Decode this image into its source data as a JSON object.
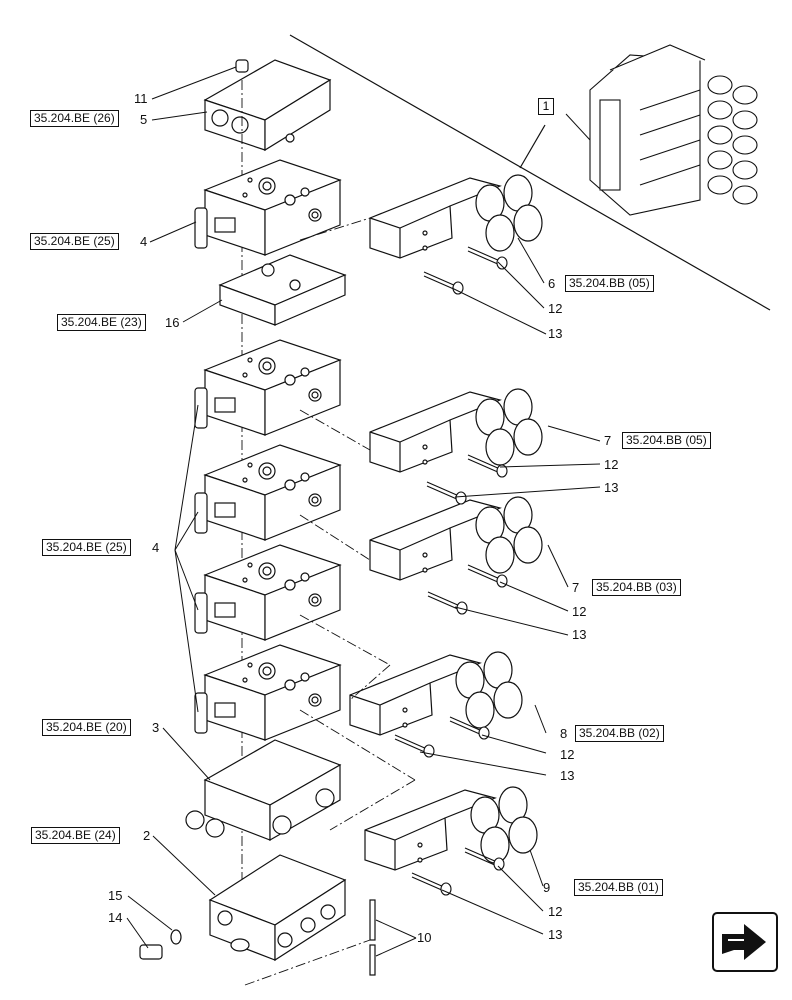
{
  "callouts": {
    "c11": "11",
    "c5": "5",
    "c4a": "4",
    "c16": "16",
    "c4b": "4",
    "c3": "3",
    "c2": "2",
    "c15": "15",
    "c14": "14",
    "c10": "10",
    "c1": "1",
    "c6": "6",
    "c12a": "12",
    "c13a": "13",
    "c7a": "7",
    "c12b": "12",
    "c13b": "13",
    "c7b": "7",
    "c12c": "12",
    "c13c": "13",
    "c8": "8",
    "c12d": "12",
    "c13d": "13",
    "c9": "9",
    "c12e": "12",
    "c13e": "13"
  },
  "refs": {
    "r5": "35.204.BE (26)",
    "r4a": "35.204.BE (25)",
    "r16": "35.204.BE (23)",
    "r4b": "35.204.BE (25)",
    "r3": "35.204.BE (20)",
    "r2": "35.204.BE (24)",
    "r6": "35.204.BB (05)",
    "r7a": "35.204.BB (05)",
    "r7b": "35.204.BB (03)",
    "r8": "35.204.BB (02)",
    "r9": "35.204.BB (01)"
  },
  "icons": {
    "nav": "next-page-arrow-icon"
  }
}
